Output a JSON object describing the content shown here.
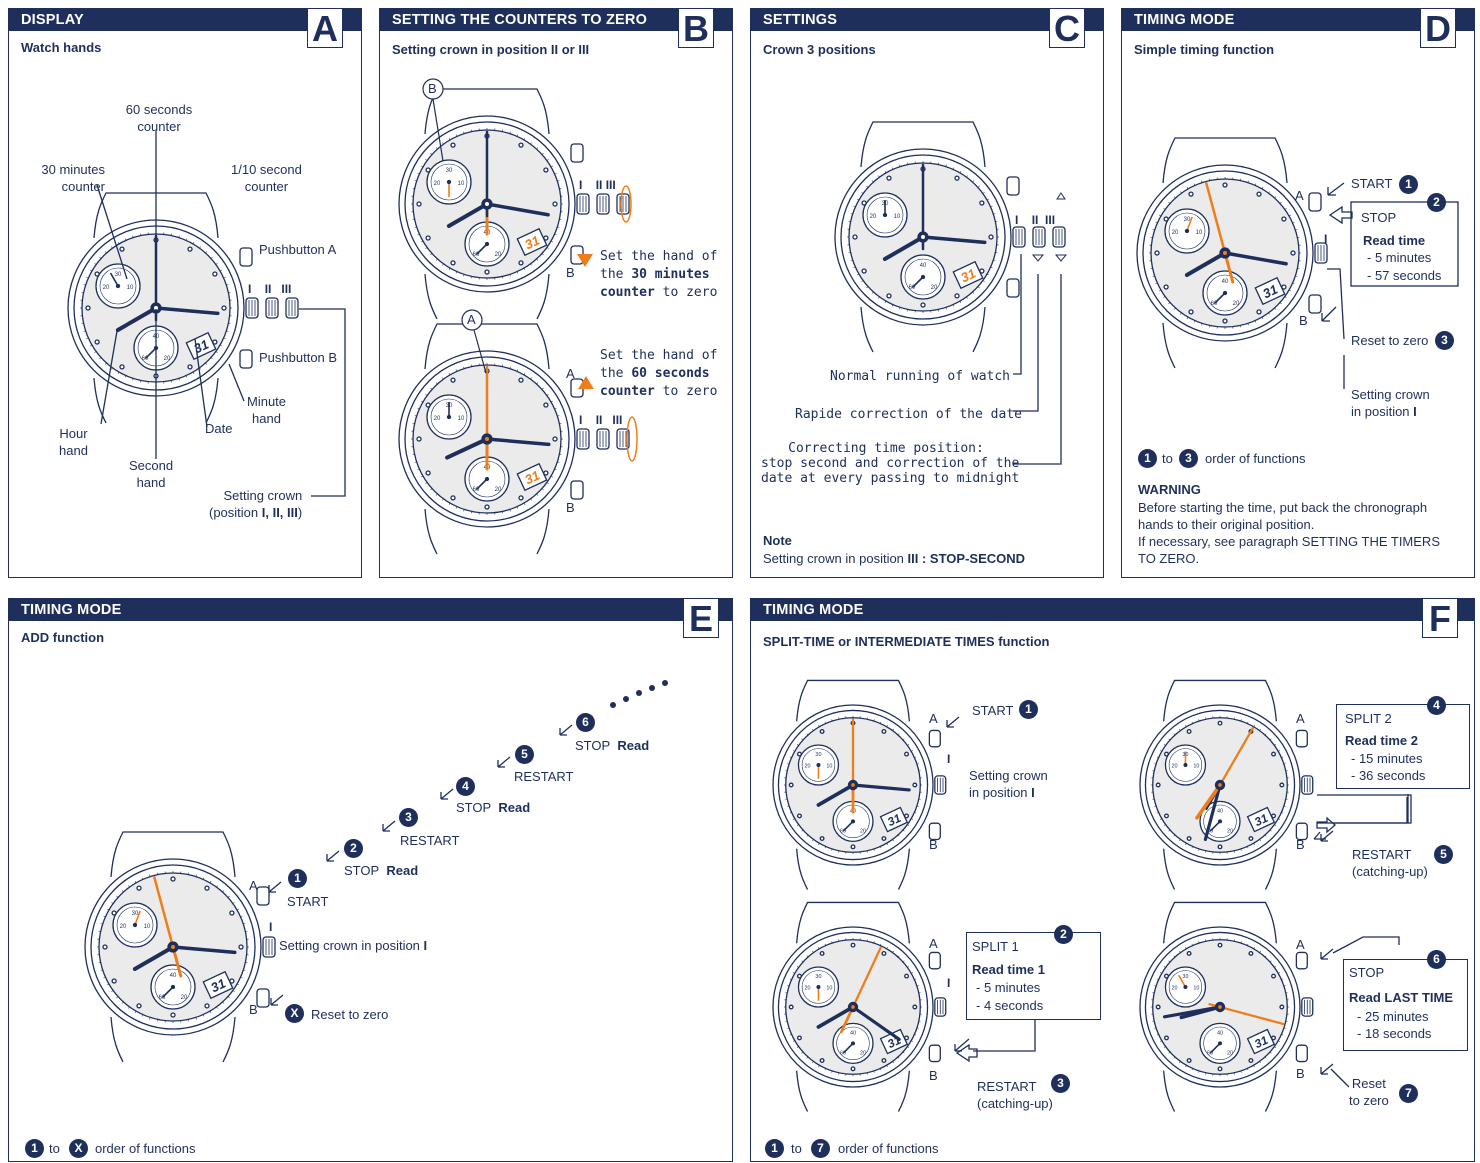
{
  "colors": {
    "navy": "#1e2f5c",
    "orange": "#ef7d1a",
    "dial": "#ebebeb"
  },
  "panelA": {
    "title": "DISPLAY",
    "letter": "A",
    "subtitle": "Watch hands",
    "labels": {
      "sec60_1": "60 seconds",
      "sec60_2": "counter",
      "min30_1": "30 minutes",
      "min30_2": "counter",
      "tenth_1": "1/10 second",
      "tenth_2": "counter",
      "pushA": "Pushbutton A",
      "pushB": "Pushbutton B",
      "minute_1": "Minute",
      "minute_2": "hand",
      "hour_1": "Hour",
      "hour_2": "hand",
      "date": "Date",
      "second_1": "Second",
      "second_2": "hand",
      "crown_1": "Setting crown",
      "crown_2a": "(position ",
      "crown_2b": "I, II, III",
      "crown_2c": ")",
      "pos1": "I",
      "pos2": "II",
      "pos3": "III"
    }
  },
  "panelB": {
    "title": "SETTING THE COUNTERS TO ZERO",
    "letter": "B",
    "subtitle": "Setting crown in position II or III",
    "circleB": "B",
    "circleA": "A",
    "pushB": "B",
    "pushA": "A",
    "pushB2": "B",
    "set30_1": "Set the hand of",
    "set30_2a": "the ",
    "set30_2b": "30 minutes",
    "set30_3a": "counter",
    "set30_3b": " to zero",
    "set60_1": "Set the hand of",
    "set60_2a": "the ",
    "set60_2b": "60 seconds",
    "set60_3a": "counter",
    "set60_3b": " to zero",
    "pos1": "I",
    "pos2": "II",
    "pos3": "III"
  },
  "panelC": {
    "title": "SETTINGS",
    "letter": "C",
    "subtitle": "Crown 3 positions",
    "normal": "Normal running of watch",
    "rapide": "Rapide correction of the date",
    "correct_1": "Correcting time position:",
    "correct_2": "stop second and correction of the",
    "correct_3": "date at every passing to midnight",
    "note": "Note",
    "note_text_a": "Setting crown in position ",
    "note_text_b": "III : STOP-SECOND",
    "pos1": "I",
    "pos2": "II",
    "pos3": "III"
  },
  "panelD": {
    "title": "TIMING MODE",
    "letter": "D",
    "subtitle": "Simple timing function",
    "pushA": "A",
    "pushB": "B",
    "pos1": "I",
    "start": "START",
    "n1": "1",
    "stop": "STOP",
    "n2": "2",
    "read": "Read time",
    "read_m": "- 5 minutes",
    "read_s": "- 57 seconds",
    "reset": "Reset to zero",
    "n3": "3",
    "crown_1": "Setting crown",
    "crown_2a": "in position ",
    "crown_2b": "I",
    "order_from": "1",
    "order_to": "to",
    "order_end": "3",
    "order_text": "order of functions",
    "warning": "WARNING",
    "warn_1": "Before starting the time, put back the chronograph",
    "warn_2": "hands to their original position.",
    "warn_3": "If necessary, see paragraph SETTING THE TIMERS",
    "warn_4": "TO ZERO."
  },
  "panelE": {
    "title": "TIMING MODE",
    "letter": "E",
    "subtitle": "ADD function",
    "pushA": "A",
    "pushB": "B",
    "pos1": "I",
    "steps": [
      {
        "n": "1",
        "label": "START",
        "read": ""
      },
      {
        "n": "2",
        "label": "STOP",
        "read": "Read"
      },
      {
        "n": "3",
        "label": "RESTART",
        "read": ""
      },
      {
        "n": "4",
        "label": "STOP",
        "read": "Read"
      },
      {
        "n": "5",
        "label": "RESTART",
        "read": ""
      },
      {
        "n": "6",
        "label": "STOP",
        "read": "Read"
      }
    ],
    "crown_a": "Setting crown in position ",
    "crown_b": "I",
    "x": "X",
    "reset": "Reset to zero",
    "order_from": "1",
    "order_to": "to",
    "order_end": "X",
    "order_text": "order of functions"
  },
  "panelF": {
    "title": "TIMING MODE",
    "letter": "F",
    "subtitle": "SPLIT-TIME or INTERMEDIATE TIMES function",
    "pushA": "A",
    "pushB": "B",
    "pos1": "I",
    "start": "START",
    "n1": "1",
    "crown_1": "Setting crown",
    "crown_2a": "in position ",
    "crown_2b": "I",
    "split1": "SPLIT 1",
    "n2": "2",
    "read1": "Read time 1",
    "read1_m": "- 5 minutes",
    "read1_s": "- 4 seconds",
    "restart": "RESTART",
    "catch": "(catching-up)",
    "n3": "3",
    "split2": "SPLIT 2",
    "n4": "4",
    "read2": "Read time 2",
    "read2_m": "- 15 minutes",
    "read2_s": "- 36 seconds",
    "restart2": "RESTART",
    "catch2": "(catching-up)",
    "n5": "5",
    "stop": "STOP",
    "n6": "6",
    "readlast": "Read LAST TIME",
    "last_m": "- 25 minutes",
    "last_s": "- 18 seconds",
    "reset_1": "Reset",
    "reset_2": "to zero",
    "n7": "7",
    "order_from": "1",
    "order_to": "to",
    "order_end": "7",
    "order_text": "order of functions"
  },
  "dial": {
    "date": "31",
    "sub30": "30",
    "sub20": "20",
    "sub10": "10",
    "sub40": "40",
    "sub60": "60",
    "sub20b": "20"
  }
}
